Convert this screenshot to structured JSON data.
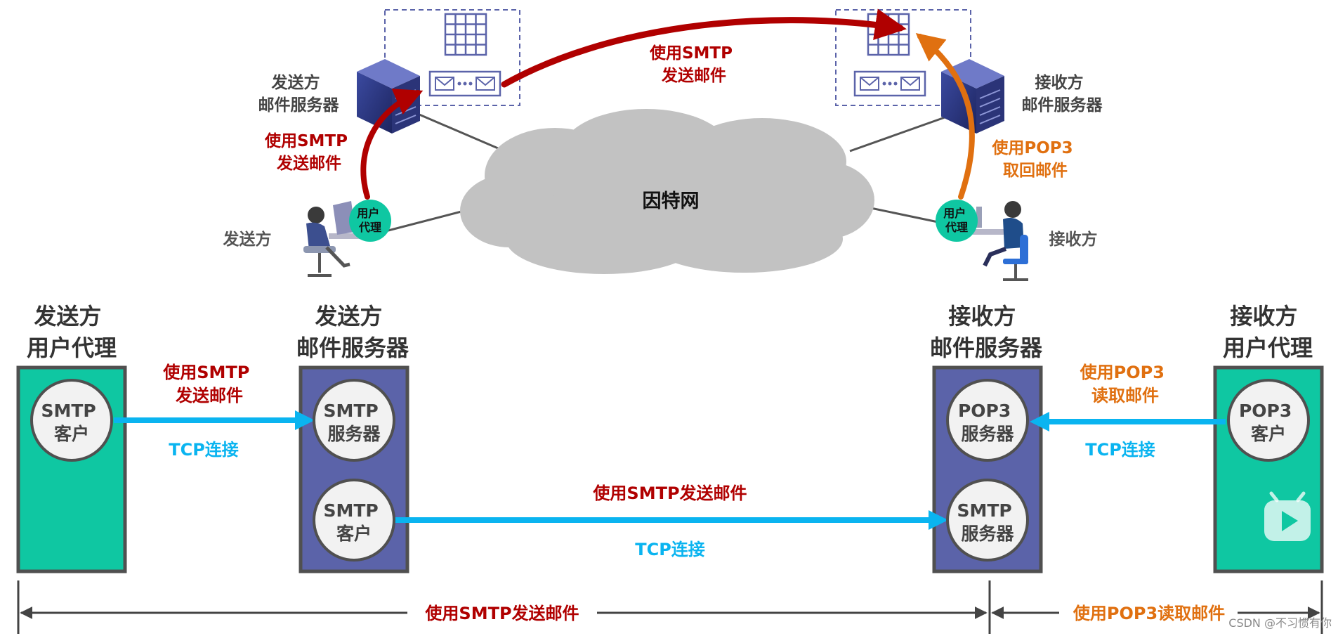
{
  "colors": {
    "red": "#b00000",
    "orange": "#e07010",
    "blue": "#0ab4f0",
    "teal": "#0fc7a2",
    "navy": "#5b63a9",
    "gray_text": "#555555",
    "dark_text": "#333333",
    "cloud": "#c2c2c2"
  },
  "top": {
    "sender_server_label": [
      "发送方",
      "邮件服务器"
    ],
    "receiver_server_label": [
      "接收方",
      "邮件服务器"
    ],
    "sender_label": "发送方",
    "receiver_label": "接收方",
    "internet_label": "因特网",
    "user_agent_badge": [
      "用户",
      "代理"
    ],
    "smtp_transfer_label": [
      "使用SMTP",
      "发送邮件"
    ],
    "smtp_submit_label": [
      "使用SMTP",
      "发送邮件"
    ],
    "pop3_fetch_label": [
      "使用POP3",
      "取回邮件"
    ]
  },
  "bottom": {
    "col1_title": [
      "发送方",
      "用户代理"
    ],
    "col2_title": [
      "发送方",
      "邮件服务器"
    ],
    "col3_title": [
      "接收方",
      "邮件服务器"
    ],
    "col4_title": [
      "接收方",
      "用户代理"
    ],
    "circle_smtp_client": [
      "SMTP",
      "客户"
    ],
    "circle_smtp_server": [
      "SMTP",
      "服务器"
    ],
    "circle_pop3_server": [
      "POP3",
      "服务器"
    ],
    "circle_pop3_client": [
      "POP3",
      "客户"
    ],
    "link1_top": [
      "使用SMTP",
      "发送邮件"
    ],
    "link1_bottom": "TCP连接",
    "link2_top": "使用SMTP发送邮件",
    "link2_bottom": "TCP连接",
    "link3_top": [
      "使用POP3",
      "读取邮件"
    ],
    "link3_bottom": "TCP连接",
    "span_left": "使用SMTP发送邮件",
    "span_right": "使用POP3读取邮件"
  },
  "watermark": "CSDN @不习惯有你",
  "icons": [
    "server-icon",
    "mailbox-icon",
    "envelope-icon",
    "cloud-icon",
    "person-at-desk-icon",
    "video-player-icon"
  ]
}
